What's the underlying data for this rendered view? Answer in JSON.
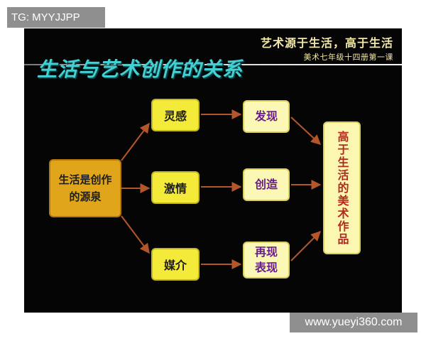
{
  "badge": "TG: MYYJJPP",
  "watermark": "www.yueyi360.com",
  "slide": {
    "header_title": "艺术源于生活，高于生活",
    "header_subtitle": "美术七年级十四册第一课",
    "heading": "生活与艺术创作的关系"
  },
  "diagram": {
    "source": "生活是创作的源泉",
    "middle": [
      "灵感",
      "激情",
      "媒介"
    ],
    "right": [
      "发现",
      "创造",
      "再现表现"
    ],
    "final": "高于生活的美术作品"
  },
  "colors": {
    "slide_background": "#050505",
    "heading": "#44cfd2",
    "header_text": "#f1e7a6",
    "source_box": "#e0a51a",
    "middle_box": "#f3ea3a",
    "right_box": "#fbf7b4",
    "right_text": "#6a1e8c",
    "final_text": "#b22a1e",
    "arrow": "#b5562a"
  }
}
